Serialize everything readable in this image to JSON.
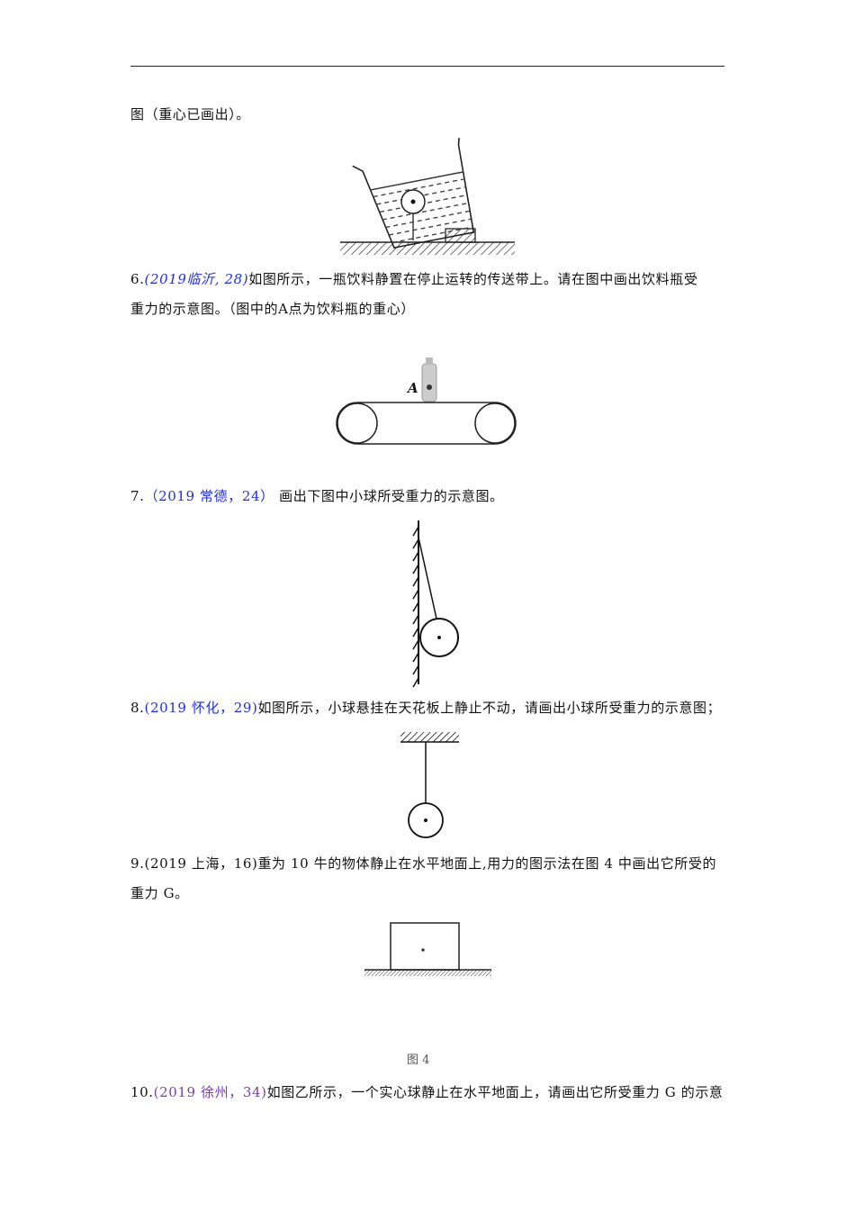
{
  "intro_line": "图（重心已画出）。",
  "q6": {
    "num": "6.",
    "cite": "(2019临沂, 28)",
    "line1": "如图所示，一瓶饮料静置在停止运转的传送带上。请在图中画出饮料瓶受",
    "line2": "重力的示意图。（图中的A点为饮料瓶的重心）",
    "point_label": "A"
  },
  "q7": {
    "num": "7.",
    "cite": "（2019 常德，24）",
    "line1": " 画出下图中小球所受重力的示意图。"
  },
  "q8": {
    "num": "8.",
    "cite": "(2019 怀化，29)",
    "line1": "如图所示，小球悬挂在天花板上静止不动，请画出小球所受重力的示意图；"
  },
  "q9": {
    "line1": "9.(2019 上海，16)重为 10 牛的物体静止在水平地面上,用力的图示法在图 4 中画出它所受的",
    "line2": "重力 G。",
    "caption": "图 4"
  },
  "q10": {
    "num": "10.",
    "cite": "(2019 徐州，34)",
    "line1": "如图乙所示，一个实心球静止在水平地面上，请画出它所受重力 G 的示意"
  },
  "colors": {
    "blue_cite": "#1f2fe0",
    "purple_cite": "#7a3fa8"
  }
}
